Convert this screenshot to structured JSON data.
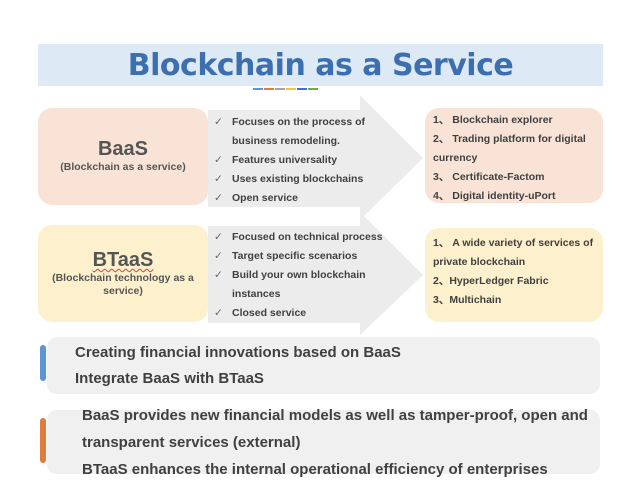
{
  "title": "Blockchain as a Service",
  "colors": {
    "title": "#3b6fb0",
    "title_band": "#dde9f5",
    "baas_box": "#f8e3d6",
    "btaas_box": "#fdf0cc",
    "arrow": "#ececec",
    "bar_blue": "#5b95d3",
    "bar_orange": "#e07c3c",
    "dashes": [
      "#5b95d3",
      "#e07c3c",
      "#a5a5a5",
      "#f5c242",
      "#4472c4",
      "#70ad47"
    ]
  },
  "baas": {
    "name": "BaaS",
    "subtitle": "(Blockchain as a service)",
    "features": [
      "Focuses on the process of business remodeling.",
      "Features universality",
      "Uses existing blockchains",
      "Open service"
    ],
    "examples": [
      "1、 Blockchain explorer",
      "2、 Trading platform for digital currency",
      "3、 Certificate-Factom",
      "4、 Digital identity-uPort"
    ]
  },
  "btaas": {
    "name": "BTaaS",
    "subtitle": "(Blockchain technology as a service)",
    "features": [
      "Focused on technical process",
      "Target specific scenarios",
      "Build your own blockchain instances",
      "Closed service"
    ],
    "examples": [
      "1、 A wide variety of services of private blockchain",
      "2、HyperLedger Fabric",
      "3、Multichain"
    ]
  },
  "check_mark": "✓",
  "summary1": [
    "Creating financial innovations based on BaaS",
    "Integrate BaaS with BTaaS"
  ],
  "summary2": [
    "BaaS provides new financial models as well as tamper-proof, open and transparent services (external)",
    "BTaaS enhances the internal operational efficiency of enterprises"
  ]
}
